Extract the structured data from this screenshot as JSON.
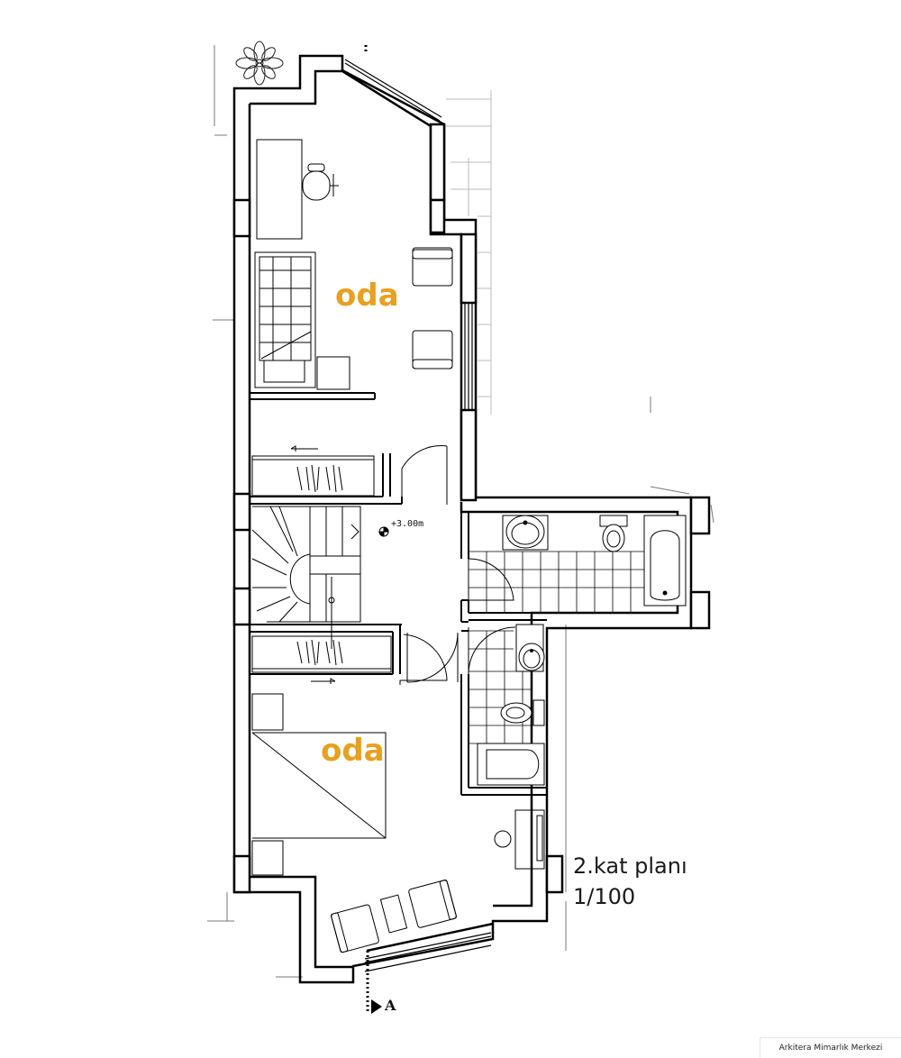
{
  "rooms": [
    {
      "label": "oda"
    },
    {
      "label": "oda"
    }
  ],
  "plan_title": {
    "line1": "2.kat planı",
    "line2": "1/100"
  },
  "elevation_marker": "+3.00m",
  "section_marker": "A",
  "credit": "Arkitera Mimarlık Merkezi",
  "colors": {
    "room_label": "#e8a020",
    "wall": "#000000",
    "background": "#ffffff"
  },
  "icons": [
    "plant-icon",
    "chair-icon",
    "armchair-icon",
    "bed-icon",
    "wardrobe-icon",
    "stair-icon",
    "door-swing-icon",
    "sink-icon",
    "toilet-icon",
    "bathtub-icon",
    "elevation-icon",
    "section-arrow-icon"
  ]
}
